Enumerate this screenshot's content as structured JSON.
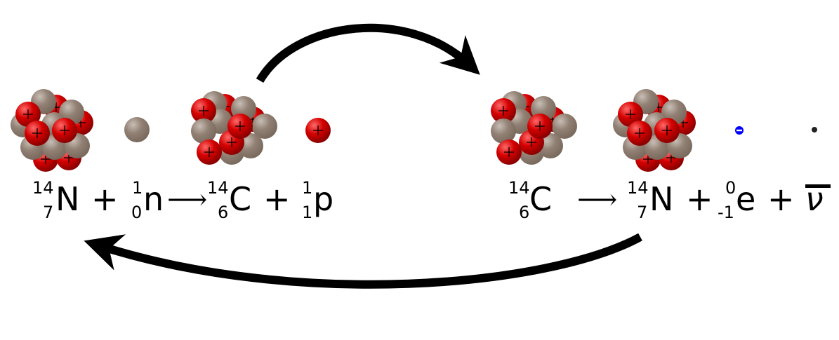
{
  "diagram": {
    "colors": {
      "proton": "#d40000",
      "neutron": "#918073",
      "electron": "#0000ff",
      "neutrino": "#222222",
      "arrow": "#000000"
    },
    "reaction1": {
      "reactant1": {
        "mass": "14",
        "atomic": "7",
        "symbol": "N"
      },
      "plus1": "+",
      "reactant2": {
        "mass": "1",
        "atomic": "0",
        "symbol": "n"
      },
      "arrow": "⟶",
      "product1": {
        "mass": "14",
        "atomic": "6",
        "symbol": "C"
      },
      "plus2": "+",
      "product2": {
        "mass": "1",
        "atomic": "1",
        "symbol": "p"
      }
    },
    "reaction2": {
      "reactant1": {
        "mass": "14",
        "atomic": "6",
        "symbol": "C"
      },
      "arrow": "⟶",
      "product1": {
        "mass": "14",
        "atomic": "7",
        "symbol": "N"
      },
      "plus1": "+",
      "product2": {
        "mass": "0",
        "atomic": "-1",
        "symbol": "e"
      },
      "plus2": "+",
      "product3": {
        "symbol": "ν"
      }
    }
  }
}
